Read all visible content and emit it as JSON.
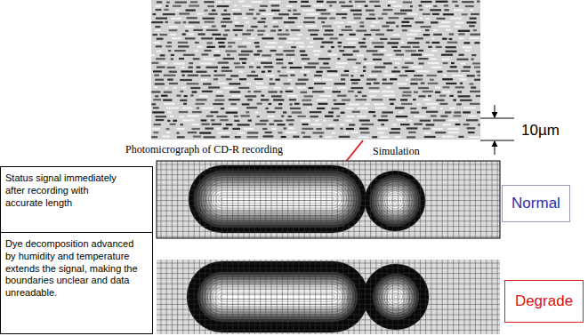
{
  "diagram": {
    "nodes": [
      {
        "text": [
          "Status signal immediately after recording with accurate length"
        ]
      },
      {
        "text": [
          "Dye decomposition advanced by humidity and temperature extends the signal, making the boundaries unclear and data unreadable."
        ]
      },
      {
        "text": [
          "Normal"
        ]
      },
      {
        "text": [
          "Degrade"
        ]
      }
    ],
    "labels": [
      "10µm",
      "Photomicrograph of CD-R recording",
      "Simulation"
    ]
  }
}
